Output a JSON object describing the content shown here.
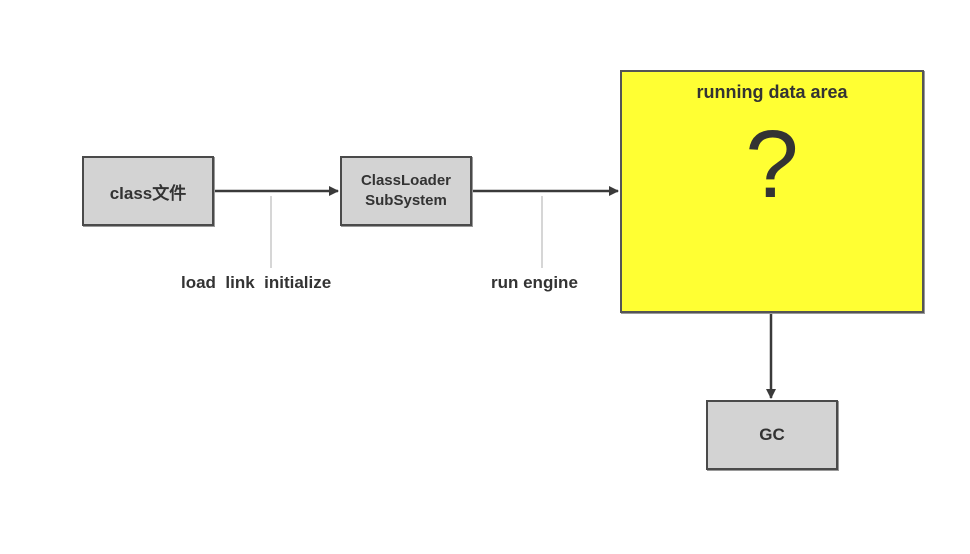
{
  "nodes": {
    "class_file": "class文件",
    "classloader_line1": "ClassLoader",
    "classloader_line2": "SubSystem",
    "running_title": "running data area",
    "running_mark": "?",
    "gc": "GC"
  },
  "edge_labels": {
    "load_link_initialize": "load  link  initialize",
    "run_engine": "run engine"
  },
  "colors": {
    "box_gray": "#d3d3d3",
    "highlight_yellow": "#ffff33",
    "line": "#4a4a4a",
    "annotation_line": "#c8c8c8"
  }
}
